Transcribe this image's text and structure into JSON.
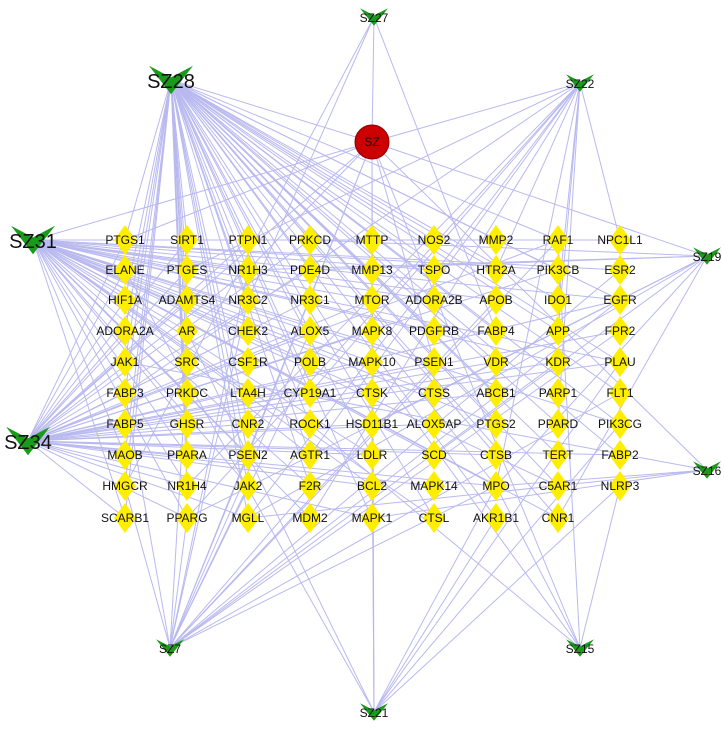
{
  "hub": {
    "id": "SZ",
    "label": "SZ",
    "color": "#cc0000"
  },
  "sources": [
    {
      "id": "SZ27",
      "label": "SZ27",
      "size": "small"
    },
    {
      "id": "SZ28",
      "label": "SZ28",
      "size": "large"
    },
    {
      "id": "SZ22",
      "label": "SZ22",
      "size": "small"
    },
    {
      "id": "SZ31",
      "label": "SZ31",
      "size": "large"
    },
    {
      "id": "SZ19",
      "label": "SZ19",
      "size": "small"
    },
    {
      "id": "SZ34",
      "label": "SZ34",
      "size": "large"
    },
    {
      "id": "SZ16",
      "label": "SZ16",
      "size": "small"
    },
    {
      "id": "SZ7",
      "label": "SZ7",
      "size": "small"
    },
    {
      "id": "SZ15",
      "label": "SZ15",
      "size": "small"
    },
    {
      "id": "SZ21",
      "label": "SZ21",
      "size": "small"
    }
  ],
  "targets": [
    [
      "PTGS1",
      "SIRT1",
      "PTPN1",
      "PRKCD",
      "MTTP",
      "NOS2",
      "MMP2",
      "RAF1",
      "NPC1L1"
    ],
    [
      "ELANE",
      "PTGES",
      "NR1H3",
      "PDE4D",
      "MMP13",
      "TSPO",
      "HTR2A",
      "PIK3CB",
      "ESR2"
    ],
    [
      "HIF1A",
      "ADAMTS4",
      "NR3C2",
      "NR3C1",
      "MTOR",
      "ADORA2B",
      "APOB",
      "IDO1",
      "EGFR"
    ],
    [
      "ADORA2A",
      "AR",
      "CHEK2",
      "ALOX5",
      "MAPK8",
      "PDGFRB",
      "FABP4",
      "APP",
      "FPR2"
    ],
    [
      "JAK1",
      "SRC",
      "CSF1R",
      "POLB",
      "MAPK10",
      "PSEN1",
      "VDR",
      "KDR",
      "PLAU"
    ],
    [
      "FABP3",
      "PRKDC",
      "LTA4H",
      "CYP19A1",
      "CTSK",
      "CTSS",
      "ABCB1",
      "PARP1",
      "FLT1"
    ],
    [
      "FABP5",
      "GHSR",
      "CNR2",
      "ROCK1",
      "HSD11B1",
      "ALOX5AP",
      "PTGS2",
      "PPARD",
      "PIK3CG"
    ],
    [
      "MAOB",
      "PPARA",
      "PSEN2",
      "AGTR1",
      "LDLR",
      "SCD",
      "CTSB",
      "TERT",
      "FABP2"
    ],
    [
      "HMGCR",
      "NR1H4",
      "JAK2",
      "F2R",
      "BCL2",
      "MAPK14",
      "MPO",
      "C5AR1",
      "NLRP3"
    ],
    [
      "SCARB1",
      "PPARG",
      "MGLL",
      "MDM2",
      "MAPK1",
      "CTSL",
      "AKR1B1",
      "CNR1"
    ]
  ],
  "colors": {
    "edge": "#b9b9f0",
    "target": "#ffee00",
    "source": "#1a9a1a",
    "hub": "#cc0000"
  }
}
